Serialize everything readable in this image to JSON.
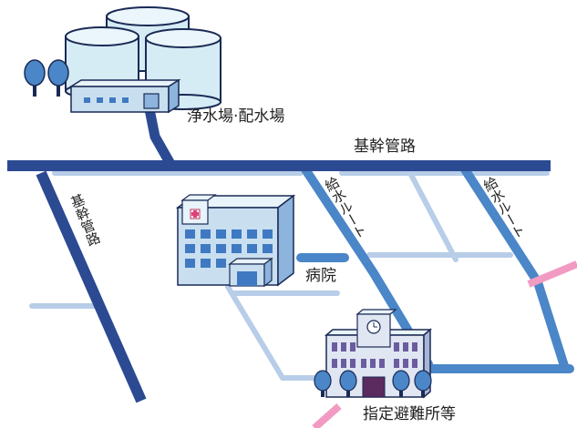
{
  "labels": {
    "water_plant": "浄水場·配水場",
    "main_pipe_horizontal": "基幹管路",
    "main_pipe_diagonal": "基幹管路",
    "supply_route_1": "給水ルート",
    "supply_route_2": "給水ルート",
    "hospital": "病院",
    "shelter": "指定避難所等"
  },
  "colors": {
    "main_pipe": "#2b4a92",
    "supply_route": "#4a86c8",
    "minor_pipe": "#b7cde8",
    "emergency_link": "#f29bc2",
    "building_light": "#c9dff0",
    "building_mid": "#8db4dc",
    "window": "#3f79c2",
    "tank": "#d5ecf5"
  }
}
